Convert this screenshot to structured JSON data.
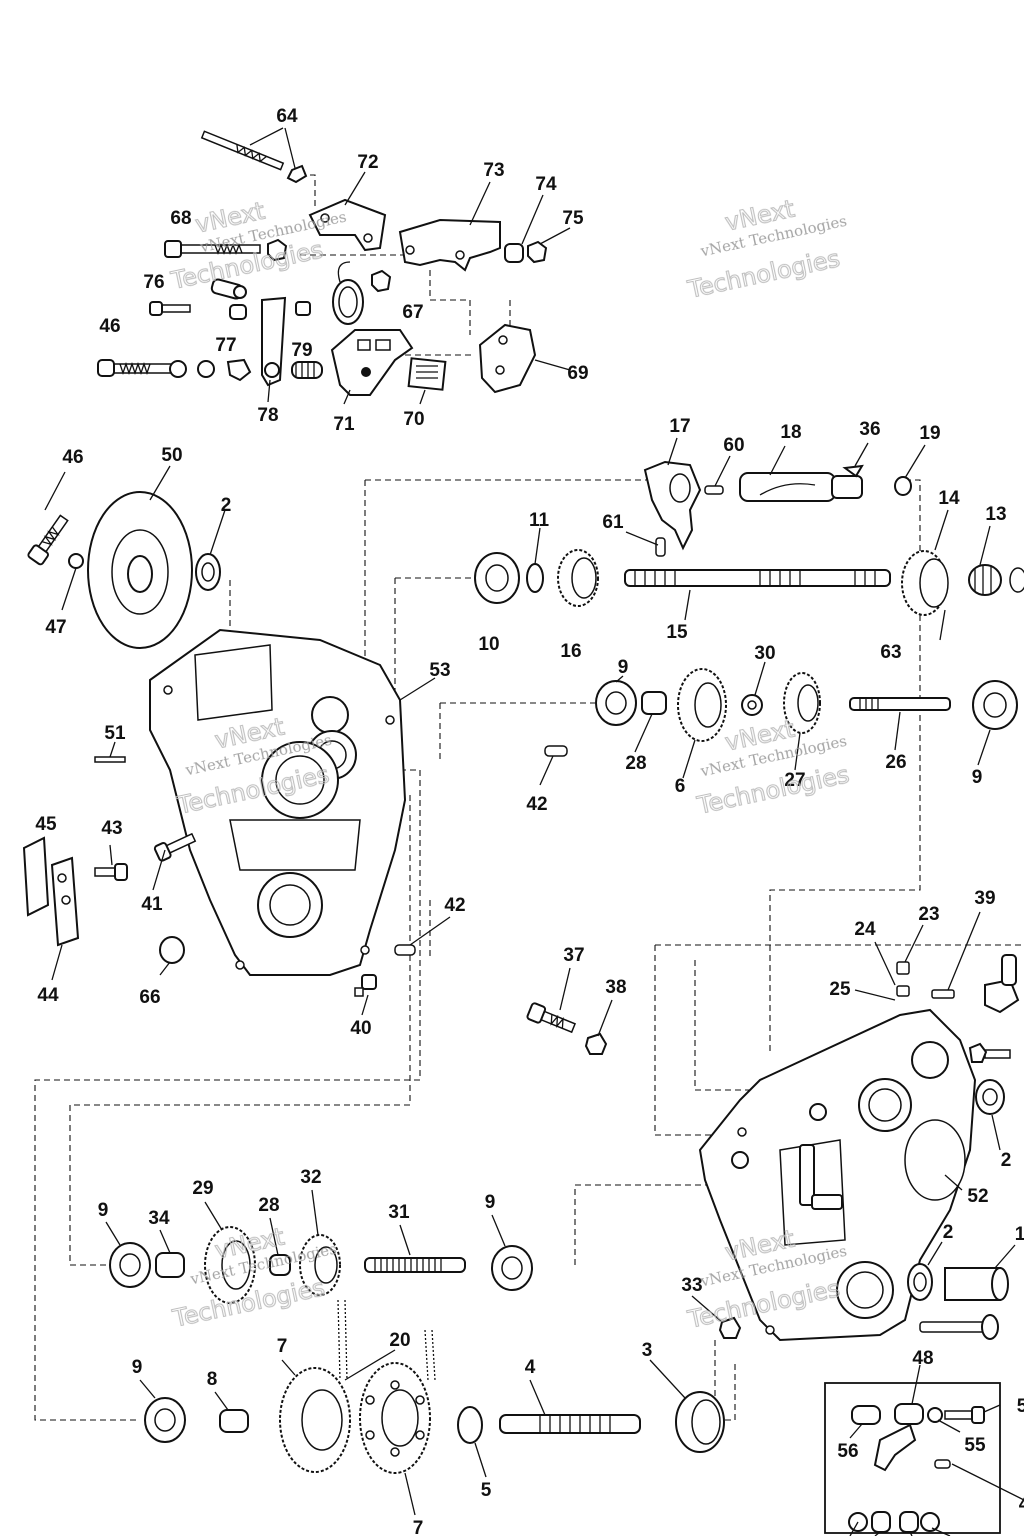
{
  "callouts": [
    "64",
    "72",
    "73",
    "74",
    "75",
    "68",
    "76",
    "46",
    "77",
    "79",
    "67",
    "69",
    "78",
    "71",
    "70",
    "17",
    "60",
    "18",
    "36",
    "19",
    "14",
    "13",
    "11",
    "61",
    "10",
    "16",
    "15",
    "63",
    "46",
    "50",
    "2",
    "47",
    "53",
    "9",
    "30",
    "28",
    "6",
    "27",
    "26",
    "9",
    "51",
    "42",
    "45",
    "43",
    "41",
    "44",
    "66",
    "42",
    "40",
    "37",
    "38",
    "24",
    "23",
    "39",
    "25",
    "2",
    "52",
    "9",
    "29",
    "34",
    "28",
    "32",
    "31",
    "9",
    "2",
    "1",
    "33",
    "9",
    "8",
    "7",
    "20",
    "4",
    "3",
    "5",
    "7",
    "48",
    "56",
    "55",
    "5",
    "4"
  ],
  "watermark": {
    "line1": "vNext",
    "line2": "vNext Technologies",
    "line3": "Technologies"
  }
}
